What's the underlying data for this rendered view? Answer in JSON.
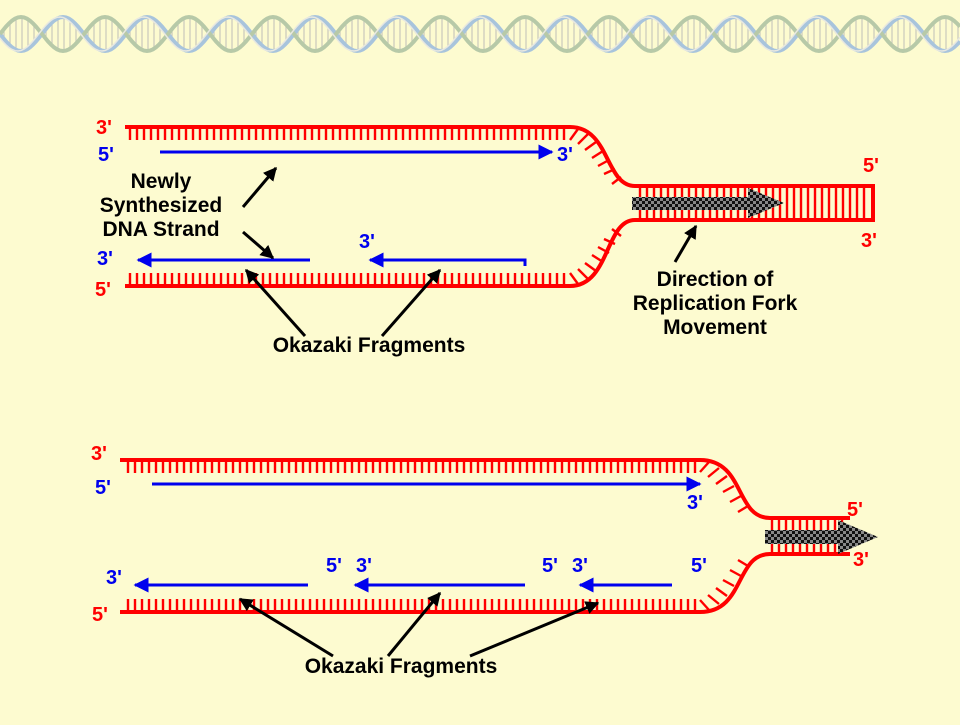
{
  "colors": {
    "background": "#fdfbd0",
    "parent_strand": "#ff0000",
    "new_strand": "#0000ee",
    "label_text": "#000000",
    "helix_banner": "#a8c4dc"
  },
  "banner": {
    "icon": "dna-double-helix-border"
  },
  "top_panel": {
    "prime_top_left": "3'",
    "prime_blue_top_left": "5'",
    "prime_blue_top_right": "3'",
    "prime_right_top": "5'",
    "prime_right_bottom": "3'",
    "prime_blue_bottom_left": "3'",
    "prime_fragment_end": "3'",
    "prime_bottom_left": "5'",
    "newly_label": [
      "Newly",
      "Synthesized",
      "DNA Strand"
    ],
    "okazaki_label": "Okazaki Fragments",
    "direction_label": [
      "Direction of",
      "Replication Fork",
      "Movement"
    ]
  },
  "bottom_panel": {
    "prime_top_left": "3'",
    "prime_blue_top_left": "5'",
    "prime_blue_top_right": "3'",
    "prime_right_top": "5'",
    "prime_right_bottom": "3'",
    "prime_blue_bottom_left": "3'",
    "prime_frag_a": "5'",
    "prime_frag_b": "3'",
    "prime_frag_c": "5'",
    "prime_frag_d": "3'",
    "prime_frag_e": "5'",
    "prime_bottom_left": "5'",
    "okazaki_label": "Okazaki Fragments"
  }
}
